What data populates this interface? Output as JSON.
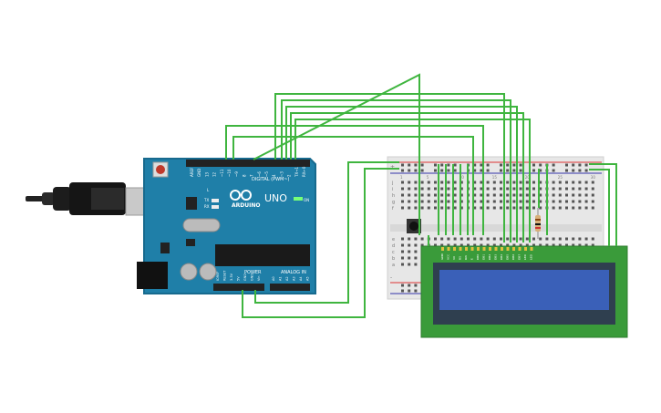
{
  "arduino": {
    "logo_text": "ARDUINO",
    "model": "UNO",
    "digital_header": "DIGITAL (PWM~)",
    "power_header": "POWER",
    "analog_header": "ANALOG IN",
    "on_label": "ON",
    "tx_label": "TX",
    "rx_label": "RX",
    "l_label": "L",
    "digital_pins": [
      "AREF",
      "GND",
      "13",
      "12",
      "~11",
      "~10",
      "~9",
      "8",
      "7",
      "~6",
      "~5",
      "4",
      "~3",
      "2",
      "TX→1",
      "RX←0"
    ],
    "power_pins": [
      "IOREF",
      "RESET",
      "3.3V",
      "5V",
      "GND",
      "GND",
      "Vin"
    ],
    "analog_pins": [
      "A0",
      "A1",
      "A2",
      "A3",
      "A4",
      "A5"
    ]
  },
  "breadboard": {
    "row_letters_top": [
      "j",
      "i",
      "h",
      "g",
      "f"
    ],
    "row_letters_bottom": [
      "e",
      "d",
      "c",
      "b",
      "a"
    ],
    "col_numbers": [
      "1",
      "5",
      "10",
      "15",
      "20",
      "25",
      "30"
    ],
    "rail_plus": "+",
    "rail_minus": "-"
  },
  "lcd": {
    "pin_labels": [
      "GND",
      "VCC",
      "V0",
      "RS",
      "RW",
      "E",
      "DB0",
      "DB1",
      "DB2",
      "DB3",
      "DB4",
      "DB5",
      "DB6",
      "DB7",
      "LED",
      "LED"
    ]
  },
  "colors": {
    "wire": "#3fb53f",
    "board": "#1f7fa8",
    "board_edge": "#176a8e",
    "lcd_pcb": "#3a9b3a",
    "lcd_screen": "#3a60b8",
    "breadboard": "#e7e7e7"
  },
  "components": {
    "usb_cable": "usb-cable",
    "power_jack": "dc-power-jack",
    "chip": "atmega328-chip",
    "pushbutton": "pushbutton",
    "resistor": "resistor",
    "lcd": "lcd-16x2"
  }
}
